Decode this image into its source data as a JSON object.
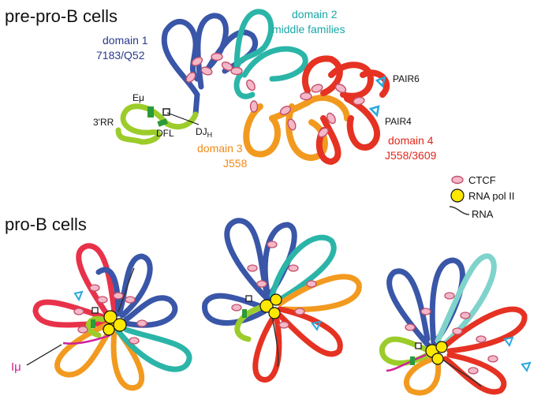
{
  "headings": {
    "top": "pre-pro-B cells",
    "bottom": "pro-B cells"
  },
  "domains": {
    "d1": {
      "name": "domain 1",
      "sub": "7183/Q52"
    },
    "d2": {
      "name": "domain 2",
      "sub": "middle families"
    },
    "d3": {
      "name": "domain 3",
      "sub": "J558"
    },
    "d4": {
      "name": "domain 4",
      "sub": "J558/3609"
    }
  },
  "elements": {
    "emu": "Eμ",
    "rr3": "3'RR",
    "dfl": "DFL",
    "dj_main": "DJ",
    "dj_sub": "H",
    "pair6": "PAIR6",
    "pair4": "PAIR4",
    "imu": "Iμ"
  },
  "legend": {
    "ctcf": "CTCF",
    "polii": "RNA pol II",
    "rna": "RNA"
  },
  "colors": {
    "domain1": "#3a56a8",
    "domain2": "#2bb5a8",
    "domain3": "#f29a1f",
    "domain4": "#e53222",
    "proximal": "#9ccc2a",
    "ctcf": "#f4b8c8",
    "ctcf_stroke": "#c2506c",
    "polii": "#ffe800",
    "pair": "#29a9df",
    "imu": "#d0209a",
    "distal_red": "#e8324a"
  }
}
